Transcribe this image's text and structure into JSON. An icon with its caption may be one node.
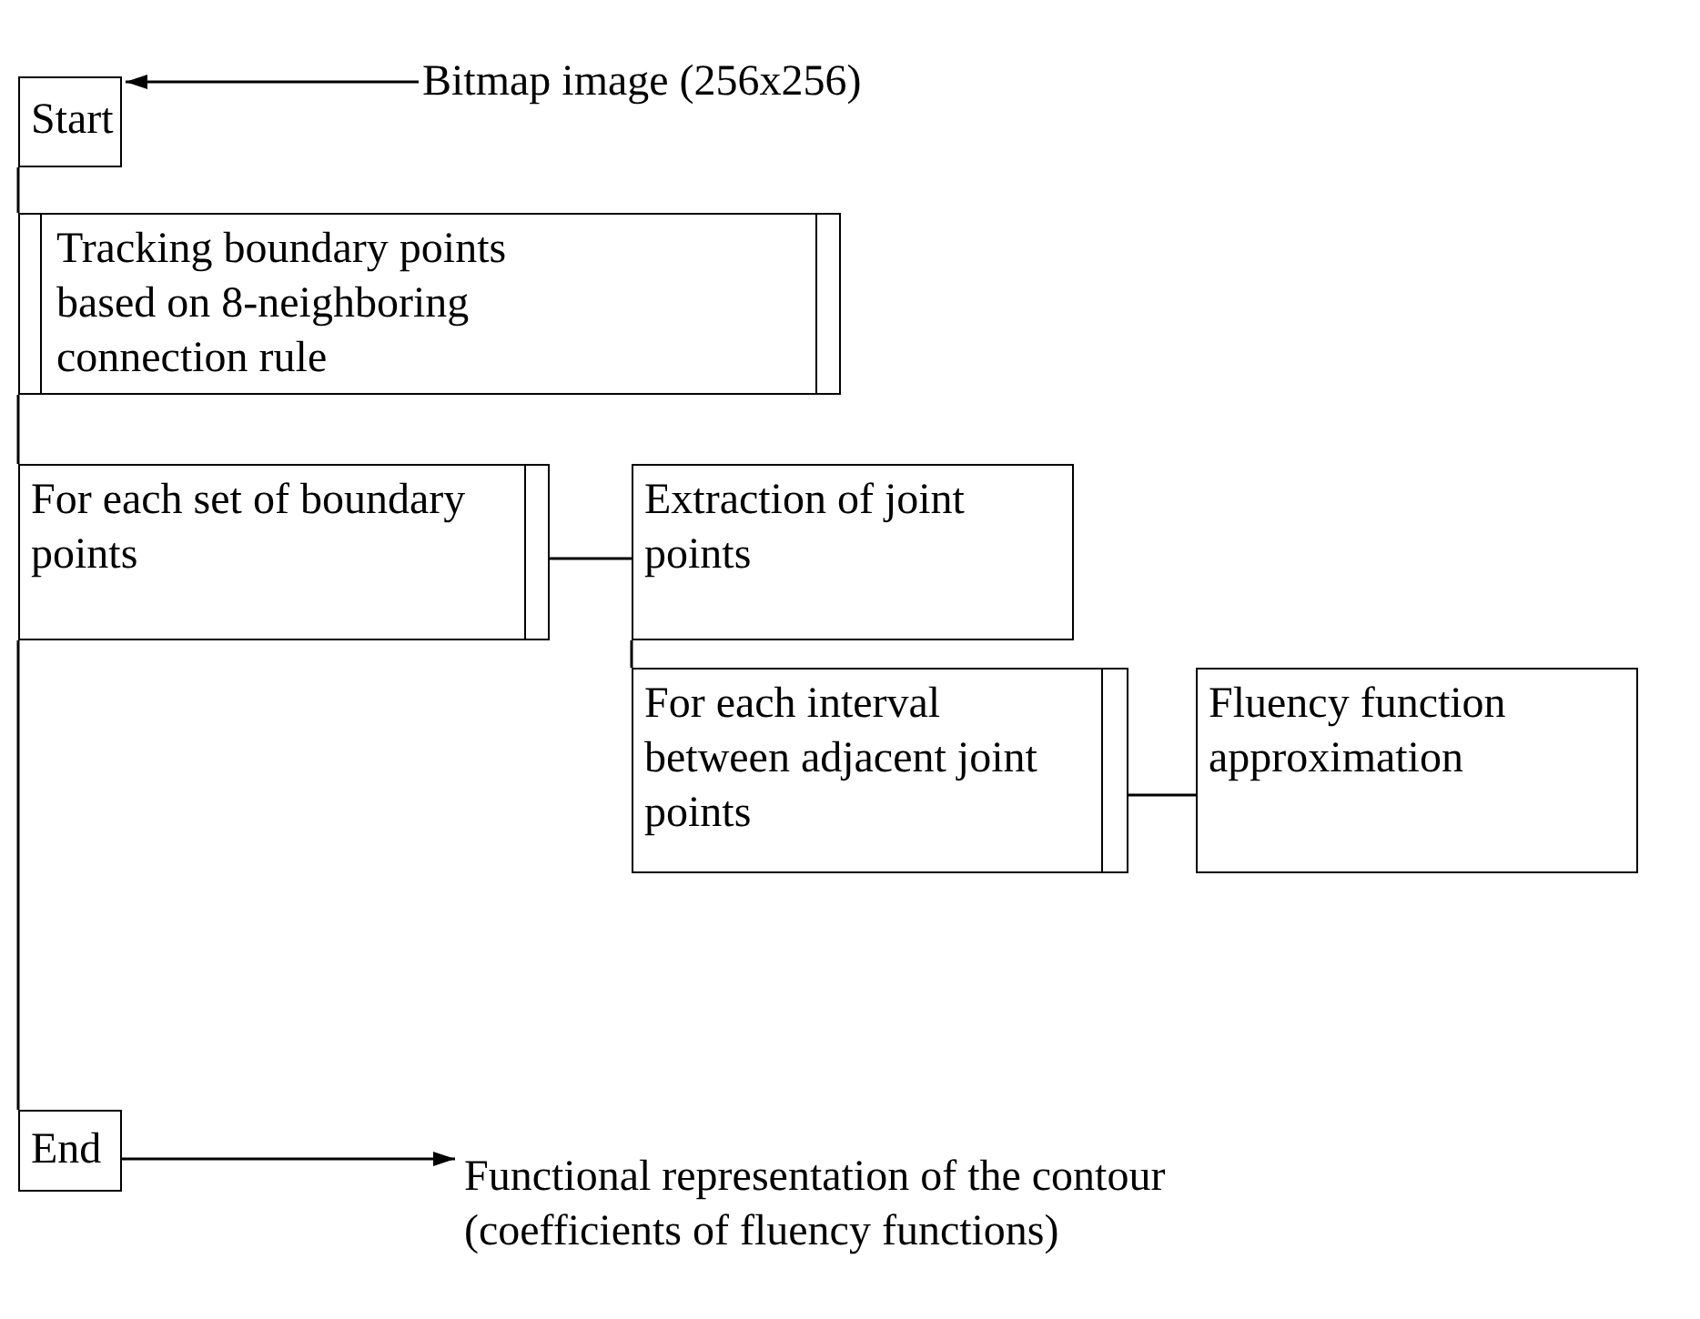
{
  "diagram": {
    "nodes": [
      {
        "text": [
          "Start"
        ]
      },
      {
        "text": [
          "Bitmap image (256x256)"
        ]
      },
      {
        "text": [
          "Tracking boundary points based on 8-neighboring connection rule"
        ]
      },
      {
        "text": [
          "For each set of boundary points"
        ]
      },
      {
        "text": [
          "Extraction of joint points"
        ]
      },
      {
        "text": [
          "For each interval between adjacent joint points"
        ]
      },
      {
        "text": [
          "Fluency function approximation"
        ]
      },
      {
        "text": [
          "End"
        ]
      },
      {
        "text": [
          "Functional representation of the contour (coefficients of  fluency functions)"
        ]
      }
    ],
    "edges": [
      {
        "from": 1,
        "to": 0,
        "arrow": "to"
      },
      {
        "from": 0,
        "to": 2,
        "arrow": "none"
      },
      {
        "from": 2,
        "to": 3,
        "arrow": "none"
      },
      {
        "from": 3,
        "to": 4,
        "arrow": "none"
      },
      {
        "from": 4,
        "to": 5,
        "arrow": "none"
      },
      {
        "from": 5,
        "to": 6,
        "arrow": "none"
      },
      {
        "from": 3,
        "to": 7,
        "arrow": "none"
      },
      {
        "from": 7,
        "to": 8,
        "arrow": "to"
      }
    ]
  }
}
